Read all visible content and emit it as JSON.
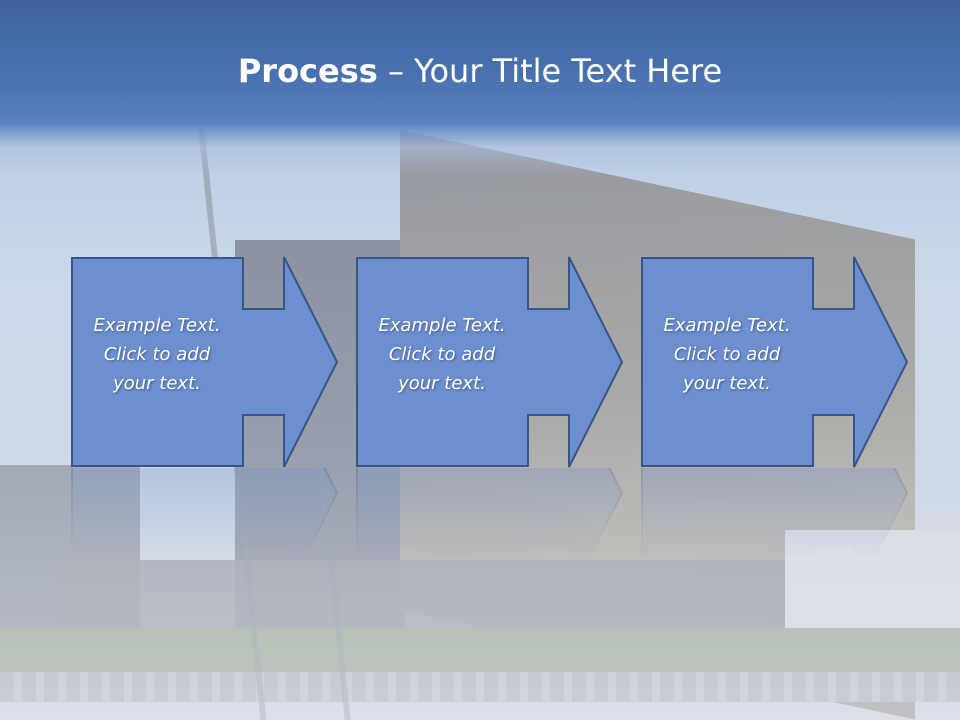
{
  "title": {
    "bold": "Process",
    "rest": " – Your Title Text Here"
  },
  "steps": [
    {
      "lines": [
        "Example Text.",
        "Click  to add",
        "your text."
      ]
    },
    {
      "lines": [
        "Example Text.",
        "Click  to add",
        "your text."
      ]
    },
    {
      "lines": [
        "Example Text.",
        "Click  to add",
        "your text."
      ]
    }
  ],
  "colors": {
    "title_bar": "#4a72b0",
    "box_fill": "#6b8fcf",
    "box_stroke": "#3a5487",
    "text": "#ffffff"
  }
}
